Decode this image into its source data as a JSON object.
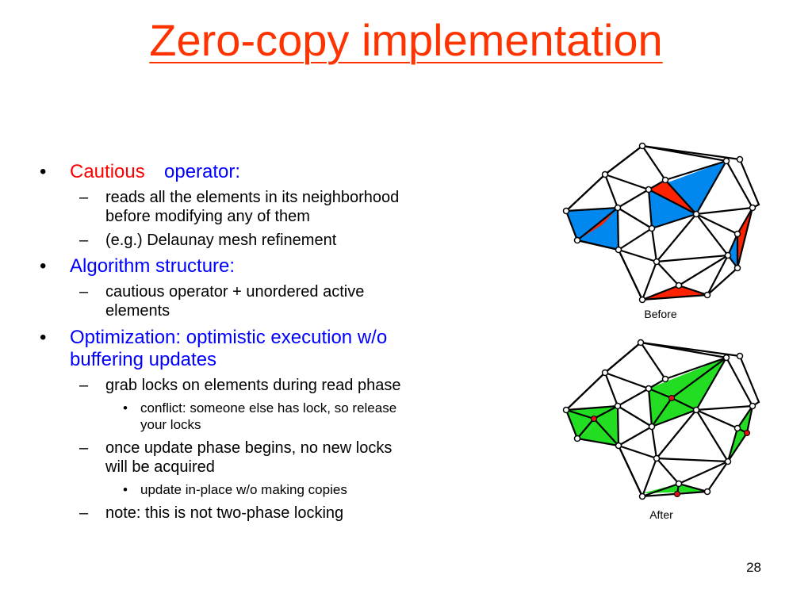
{
  "title": "Zero-copy implementation",
  "bullets": {
    "b1_bullet": "•",
    "b1_red": "Cautious",
    "b1_blue": "operator:",
    "b1_s1_dash": "–",
    "b1_s1_line1": "reads all the elements in its neighborhood",
    "b1_s1_line2": "before modifying any of them",
    "b1_s2_dash": "–",
    "b1_s2": "(e.g.) Delaunay mesh refinement",
    "b2_bullet": "•",
    "b2": "Algorithm structure:",
    "b2_s1_dash": "–",
    "b2_s1_line1": "cautious operator + unordered active",
    "b2_s1_line2": "elements",
    "b3_bullet": "•",
    "b3_line1": "Optimization: optimistic execution w/o",
    "b3_line2": "buffering updates",
    "b3_s1_dash": "–",
    "b3_s1": "grab locks on elements during read phase",
    "b3_s1_a_bullet": "•",
    "b3_s1_a_line1": "conflict: someone else has lock, so release",
    "b3_s1_a_line2": "your locks",
    "b3_s2_dash": "–",
    "b3_s2_line1": "once update phase begins, no new locks",
    "b3_s2_line2": "will be acquired",
    "b3_s2_a_bullet": "•",
    "b3_s2_a": "update in-place w/o making copies",
    "b3_s3_dash": "–",
    "b3_s3": "note: this is not two-phase locking"
  },
  "diagrams": {
    "before_label": "Before",
    "after_label": "After"
  },
  "colors": {
    "title": "#ff3300",
    "red_text": "#ff0000",
    "blue_text": "#0000ff",
    "mesh_blue": "#0088ee",
    "mesh_red": "#ff2200",
    "mesh_green": "#22dd22"
  },
  "page_number": "28"
}
